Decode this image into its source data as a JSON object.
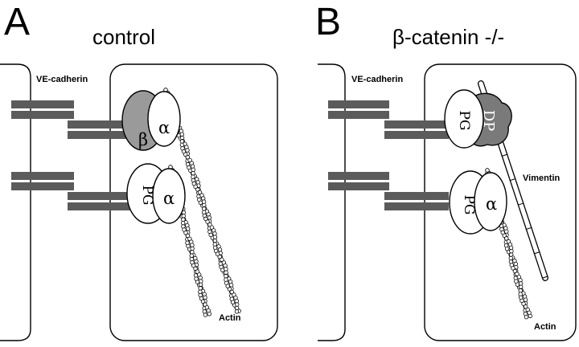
{
  "panels": [
    {
      "letter": "A",
      "title": "control"
    },
    {
      "letter": "B",
      "title": "β-catenin -/-"
    }
  ],
  "labels": {
    "ve_cadherin": "VE-cadherin",
    "actin": "Actin",
    "vimentin": "Vimentin",
    "beta": "β",
    "alpha": "α",
    "pg": "PG",
    "dp": "DP"
  },
  "colors": {
    "cadherin": "#5b5b5b",
    "beta_catenin": "#9a9a9a",
    "desmoplakin": "#7a7a7a",
    "outline": "#000000"
  }
}
